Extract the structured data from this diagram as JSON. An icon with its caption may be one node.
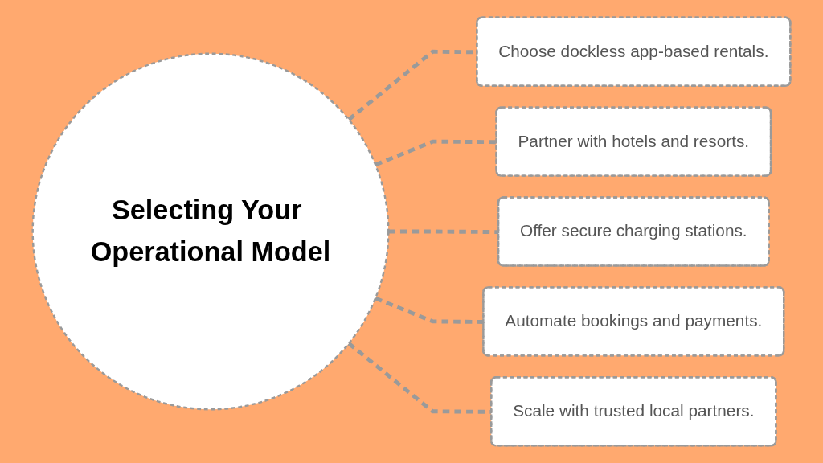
{
  "diagram": {
    "nodes": [
      {
        "text": [
          "Selecting Your Operational Model"
        ]
      },
      {
        "text": [
          "Choose dockless app-based rentals."
        ]
      },
      {
        "text": [
          "Partner with hotels and resorts."
        ]
      },
      {
        "text": [
          "Offer secure charging stations."
        ]
      },
      {
        "text": [
          "Automate bookings and payments."
        ]
      },
      {
        "text": [
          "Scale with trusted local partners."
        ]
      }
    ],
    "edges": [
      {
        "from": 0,
        "to": 1,
        "arrow": "none",
        "style": "dashed"
      },
      {
        "from": 0,
        "to": 2,
        "arrow": "none",
        "style": "dashed"
      },
      {
        "from": 0,
        "to": 3,
        "arrow": "none",
        "style": "dashed"
      },
      {
        "from": 0,
        "to": 4,
        "arrow": "none",
        "style": "dashed"
      },
      {
        "from": 0,
        "to": 5,
        "arrow": "none",
        "style": "dashed"
      }
    ]
  }
}
